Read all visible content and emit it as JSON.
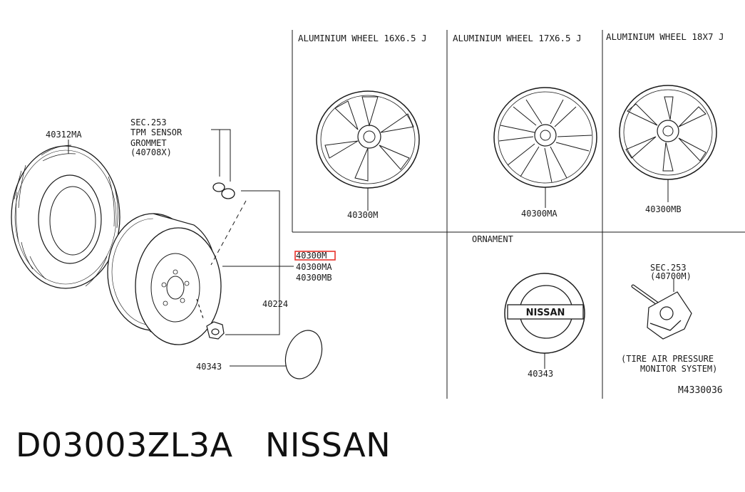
{
  "headers": {
    "wheel_16": "ALUMINIUM WHEEL 16X6.5 J",
    "wheel_17": "ALUMINIUM WHEEL 17X6.5 J",
    "wheel_18": "ALUMINIUM WHEEL 18X7 J",
    "ornament": "ORNAMENT"
  },
  "labels": {
    "tire": "40312MA",
    "sec253_a": "SEC.253",
    "tpm_sensor": "TPM SENSOR",
    "grommet": "GROMMET",
    "grommet_code": "(40708X)",
    "wheel_m_highlight": "40300M",
    "wheel_ma": "40300MA",
    "wheel_mb": "40300MB",
    "nut": "40224",
    "cap_left": "40343",
    "wheel16_part": "40300M",
    "wheel17_part": "40300MA",
    "wheel18_part": "40300MB",
    "ornament_part": "40343",
    "ornament_logo": "NISSAN",
    "sec253_b": "SEC.253",
    "sensor_code": "(40700M)",
    "tpms_line1": "(TIRE AIR PRESSURE",
    "tpms_line2": "MONITOR SYSTEM)",
    "diagram_id": "M4330036"
  },
  "caption": {
    "part_no": "D03003ZL3A",
    "brand": "NISSAN"
  },
  "colors": {
    "highlight": "#e8322b",
    "ink": "#1a1a1a"
  }
}
